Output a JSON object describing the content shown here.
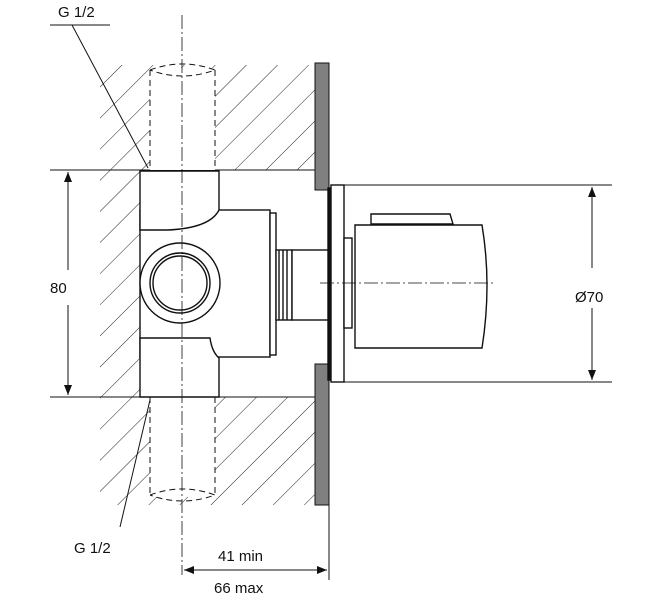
{
  "labels": {
    "thread_top": "G 1/2",
    "thread_bottom": "G 1/2",
    "height_dim": "80",
    "diameter_dim": "Ø70",
    "depth_min": "41 min",
    "depth_max": "66 max"
  },
  "colors": {
    "line": "#111111",
    "wall_plate": "#808080"
  }
}
